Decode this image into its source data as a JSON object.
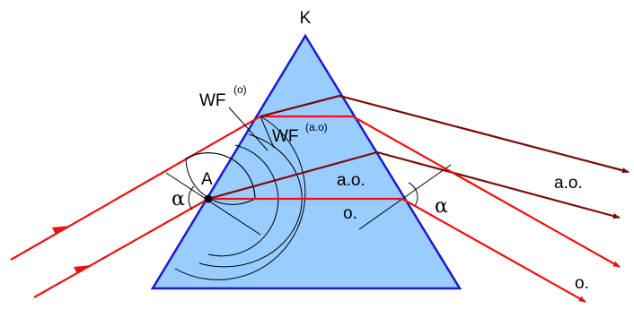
{
  "labels": {
    "apex": "K",
    "point": "A",
    "wf_o_main": "WF",
    "wf_o_sup": "(o)",
    "wf_ao_main": "WF",
    "wf_ao_sup": "(a.o)",
    "ray_ao_inside": "a.o.",
    "ray_o_inside": "o.",
    "ray_ao_out": "a.o.",
    "ray_o_out": "o.",
    "angle_left": "α",
    "angle_right": "α"
  },
  "colors": {
    "prism_fill": "#99ccff",
    "prism_stroke": "#1a1acc",
    "ordinary_ray": "#ee1111",
    "extraordinary_ray": "#7a0a0a",
    "construction": "#000000"
  }
}
